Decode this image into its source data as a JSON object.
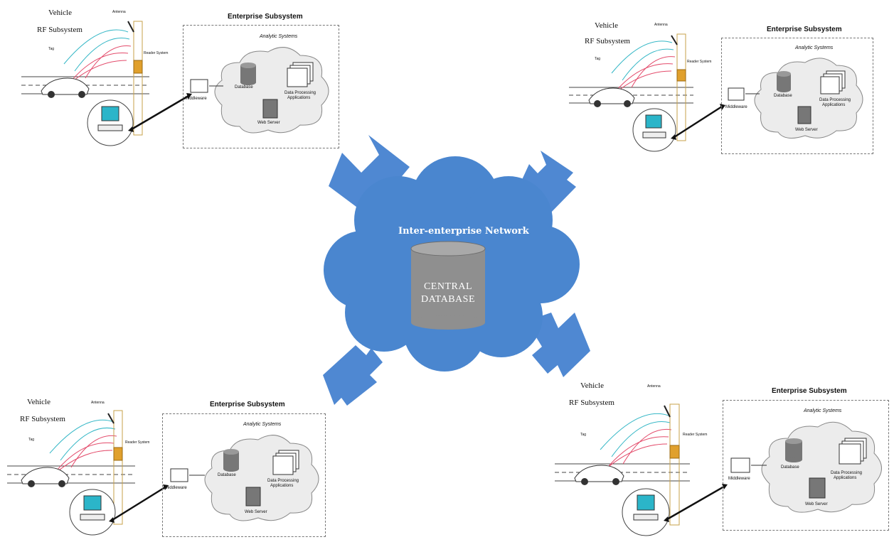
{
  "central": {
    "network_label": "Inter-enterprise Network",
    "database_line1": "CENTRAL",
    "database_line2": "DATABASE",
    "cloud_color": "#4a86cf",
    "arrow_color": "#4f88d2",
    "db_color": "#8f8f8f"
  },
  "subsystems": [
    {
      "vehicle": "Vehicle",
      "rf": "RF Subsystem",
      "antenna": "Antenna",
      "tag": "Tag",
      "reader": "Reader System",
      "enterprise": "Enterprise Subsystem",
      "analytic": "Analytic Systems",
      "middleware": "Middleware",
      "database": "Database",
      "dpa1": "Data Processing",
      "dpa2": "Applications",
      "webserver": "Web Server"
    },
    {
      "vehicle": "Vehicle",
      "rf": "RF Subsystem",
      "antenna": "Antenna",
      "tag": "Tag",
      "reader": "Reader System",
      "enterprise": "Enterprise Subsystem",
      "analytic": "Analytic Systems",
      "middleware": "Middleware",
      "database": "Database",
      "dpa1": "Data Processing",
      "dpa2": "Applications",
      "webserver": "Web Server"
    },
    {
      "vehicle": "Vehicle",
      "rf": "RF Subsystem",
      "antenna": "Antenna",
      "tag": "Tag",
      "reader": "Reader System",
      "enterprise": "Enterprise Subsystem",
      "analytic": "Analytic Systems",
      "middleware": "Middleware",
      "database": "Database",
      "dpa1": "Data Processing",
      "dpa2": "Applications",
      "webserver": "Web Server"
    },
    {
      "vehicle": "Vehicle",
      "rf": "RF Subsystem",
      "antenna": "Antenna",
      "tag": "Tag",
      "reader": "Reader System",
      "enterprise": "Enterprise Subsystem",
      "analytic": "Analytic Systems",
      "middleware": "Middleware",
      "database": "Database",
      "dpa1": "Data Processing",
      "dpa2": "Applications",
      "webserver": "Web Server"
    }
  ]
}
